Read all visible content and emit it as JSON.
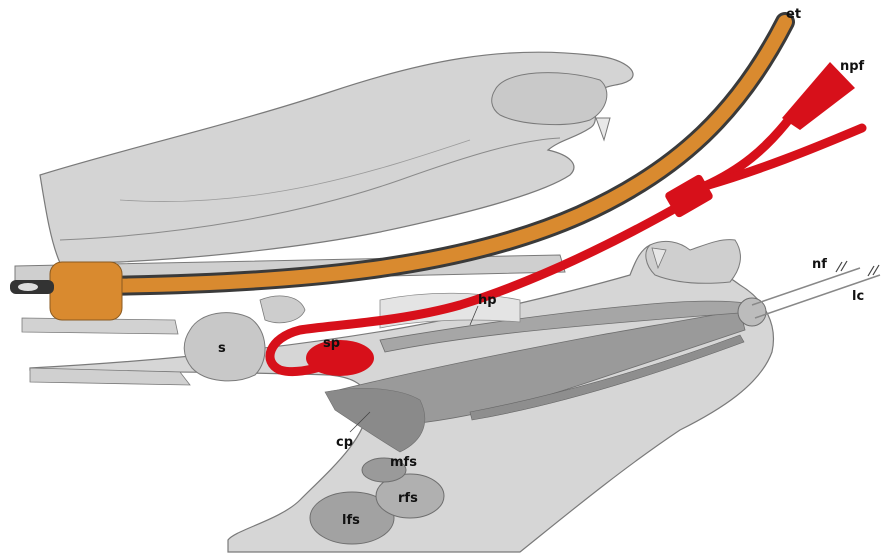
{
  "labels": {
    "et": "et",
    "npf": "npf",
    "nf": "nf",
    "lc": "lc",
    "hp": "hp",
    "sp": "sp",
    "s": "s",
    "cp": "cp",
    "mfs": "mfs",
    "rfs": "rfs",
    "lfs": "lfs"
  },
  "colors": {
    "tube_orange": "#d98a2f",
    "catheter_red": "#d7101a",
    "tissue_light": "#d2d2d2",
    "tissue_mid": "#b8b8b8",
    "tissue_dark": "#8e8e8e",
    "outline": "#777777"
  }
}
